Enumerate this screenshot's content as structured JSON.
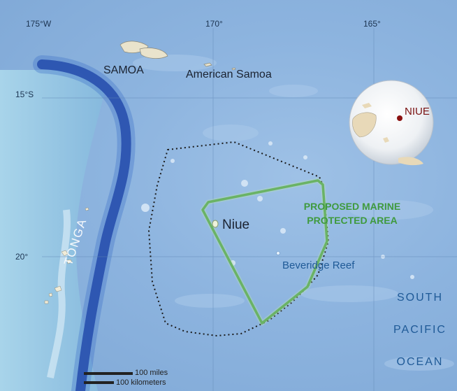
{
  "coordinates": {
    "longitude_labels": [
      "175°W",
      "170°",
      "165°"
    ],
    "latitude_labels": [
      "15°S",
      "20°"
    ]
  },
  "places": {
    "samoa": "SAMOA",
    "american_samoa": "American Samoa",
    "niue": "Niue",
    "beveridge_reef": "Beveridge Reef",
    "tonga": "TONGA"
  },
  "protected_area": {
    "line1": "PROPOSED MARINE",
    "line2": "PROTECTED AREA"
  },
  "ocean": {
    "line1": "SOUTH",
    "line2": "PACIFIC",
    "line3": "OCEAN"
  },
  "inset_globe": {
    "label": "NIUE"
  },
  "scale_bar": {
    "miles": "100 miles",
    "kilometers": "100 kilometers"
  },
  "colors": {
    "ocean": "#8db4df",
    "trench": "#1d3fa0",
    "protected_area_border": "#3f9a3e",
    "eez_border": "#1a1a1a",
    "niue_marker": "#8a1010"
  }
}
